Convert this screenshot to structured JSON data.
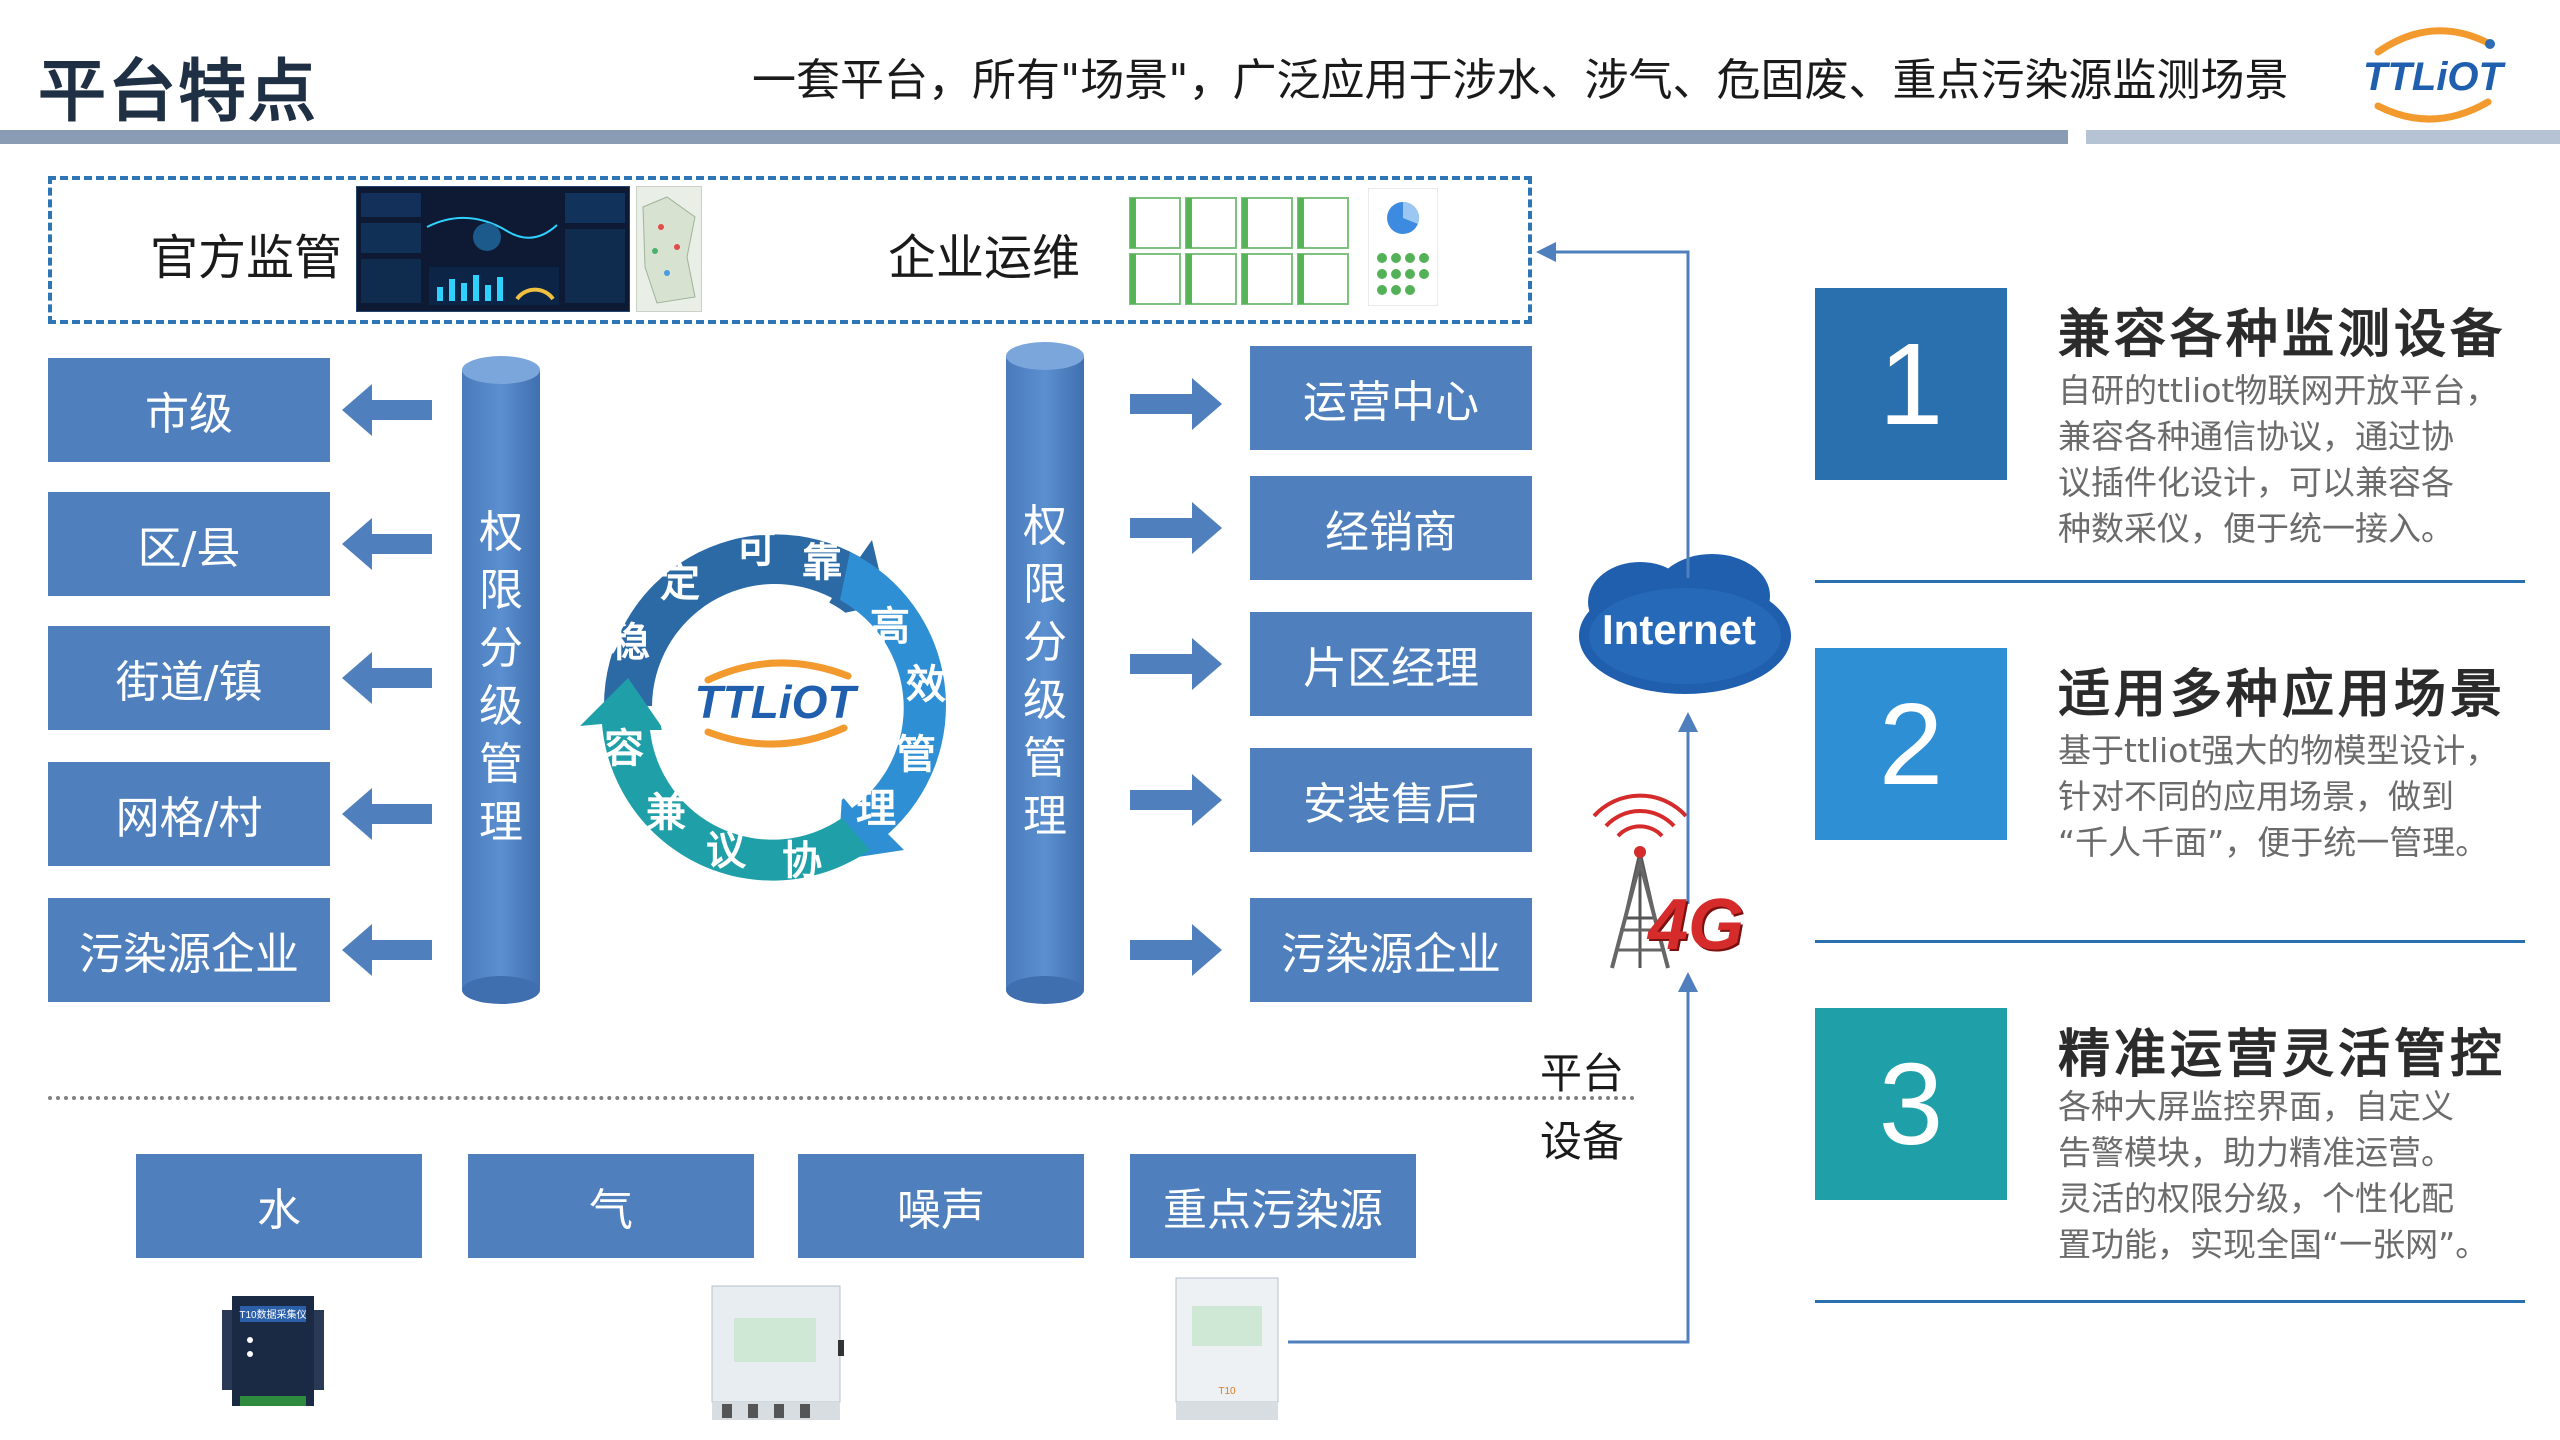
{
  "header": {
    "title": "平台特点",
    "subtitle": "一套平台，所有\"场景\"，广泛应用于涉水、涉气、危固废、重点污染源监测场景",
    "logo_text": "TTLiOT"
  },
  "top_panel": {
    "official_label": "官方监管",
    "enterprise_label": "企业运维"
  },
  "left_levels": [
    "市级",
    "区/县",
    "街道/镇",
    "网格/村",
    "污染源企业"
  ],
  "right_roles": [
    "运营中心",
    "经销商",
    "片区经理",
    "安装售后",
    "污染源企业"
  ],
  "left_pillar": [
    "权",
    "限",
    "分",
    "级",
    "管",
    "理"
  ],
  "right_pillar": [
    "权",
    "限",
    "分",
    "级",
    "管",
    "理"
  ],
  "cycle": {
    "center_logo": "TTLiOT",
    "chars": [
      "可",
      "靠",
      "高",
      "效",
      "管",
      "理",
      "协",
      "议",
      "兼",
      "容",
      "稳",
      "定"
    ]
  },
  "network": {
    "internet": "Internet",
    "fourg": "4G"
  },
  "layers": {
    "platform": "平台",
    "device": "设备"
  },
  "devices": [
    "水",
    "气",
    "噪声",
    "重点污染源"
  ],
  "device_images": {
    "d1_label": "T10数据采集仪",
    "d3_label": "T10"
  },
  "features": [
    {
      "num": "1",
      "title": "兼容各种监测设备",
      "lines": [
        "自研的ttliot物联网开放平台，",
        "兼容各种通信协议，通过协",
        "议插件化设计，可以兼容各",
        "种数采仪，便于统一接入。"
      ]
    },
    {
      "num": "2",
      "title": "适用多种应用场景",
      "lines": [
        "基于ttliot强大的物模型设计，",
        "针对不同的应用场景，做到",
        "“千人千面”，便于统一管理。"
      ]
    },
    {
      "num": "3",
      "title": "精准运营灵活管控",
      "lines": [
        "各种大屏监控界面，自定义",
        "告警模块，助力精准运营。",
        "灵活的权限分级，个性化配",
        "置功能，实现全国“一张网”。"
      ]
    }
  ],
  "colors": {
    "box_blue": "#4f80bd",
    "num_blue_1": "#2a6fae",
    "num_blue_2": "#2f8fd4",
    "num_teal_3": "#1fa0a8",
    "header_bar": "#8a9bb4",
    "accent_orange": "#f29a2e"
  }
}
